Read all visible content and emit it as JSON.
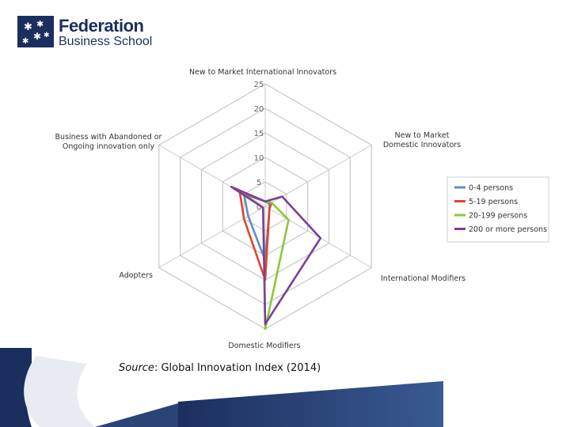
{
  "logo": {
    "line1": "Federation",
    "line2": "Business School"
  },
  "source": {
    "label": "Source",
    "separator": ": ",
    "text": "Global Innovation Index (2014)"
  },
  "colors": {
    "series_0_4": "#5b8ec9",
    "series_5_19": "#e0452b",
    "series_20_199": "#8cc63f",
    "series_200_plus": "#7b3f98",
    "grid": "#c8c8c8",
    "brand_navy": "#1b2f5e"
  },
  "chart_data": {
    "type": "radar",
    "axes": [
      "New to Market International Innovators",
      "New to Market Domestic Innovators",
      "International Modifiers",
      "Domestic Modifiers",
      "Adopters",
      "Business with Abandoned or Ongoing innovation only"
    ],
    "axis_label_lines": [
      [
        "New to Market International Innovators"
      ],
      [
        "New to Market",
        "Domestic Innovators"
      ],
      [
        "International Modifiers"
      ],
      [
        "Domestic Modifiers"
      ],
      [
        "Adopters"
      ],
      [
        "Business with Abandoned or",
        "Ongoing innovation only"
      ]
    ],
    "rmax": 25,
    "ticks": [
      0,
      5,
      10,
      15,
      20,
      25
    ],
    "series": [
      {
        "name": "0-4 persons",
        "values": [
          1,
          1,
          1,
          11,
          4,
          5
        ]
      },
      {
        "name": "5-19 persons",
        "values": [
          1,
          1.5,
          1,
          15,
          5,
          6
        ]
      },
      {
        "name": "20-199 persons",
        "values": [
          1,
          1.5,
          5.5,
          25,
          0.5,
          7.5
        ]
      },
      {
        "name": "200 or more persons",
        "values": [
          1,
          4,
          13,
          24,
          0.5,
          8
        ]
      }
    ],
    "legend_position": "right",
    "grid": true
  }
}
